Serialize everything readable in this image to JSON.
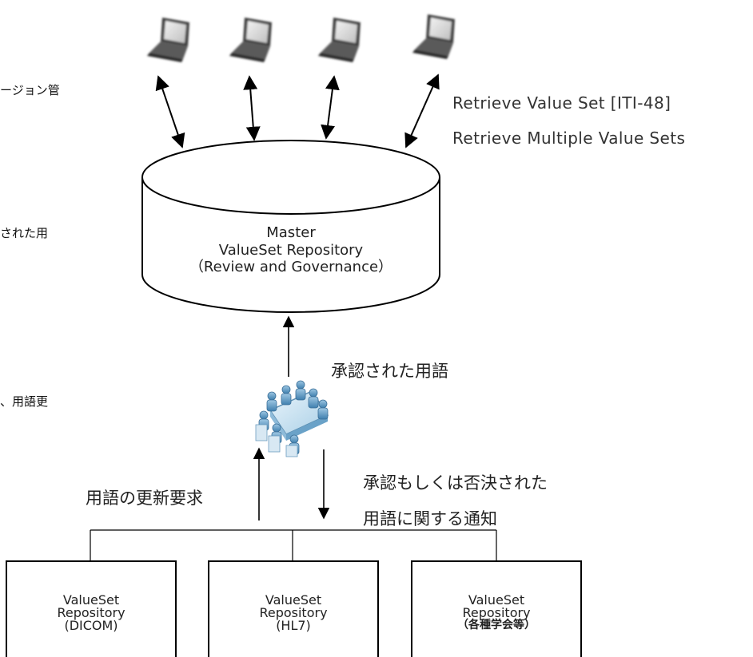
{
  "side_texts": [
    "ージョン管",
    "された用",
    "、用語更"
  ],
  "transactions": {
    "line1": "Retrieve Value Set [ITI-48]",
    "line2": "Retrieve Multiple Value Sets"
  },
  "master_repository": {
    "line1": "Master",
    "line2": "ValueSet Repository",
    "line3": "（Review and Governance）"
  },
  "approved_terms_label": "承認された用語",
  "update_request_label": "用語の更新要求",
  "notification_label": {
    "line1": "承認もしくは否決された",
    "line2": "用語に関する通知"
  },
  "repositories": [
    {
      "line1": "ValueSet",
      "line2": "Repository",
      "line3": "(DICOM)"
    },
    {
      "line1": "ValueSet",
      "line2": "Repository",
      "line3": "(HL7)"
    },
    {
      "line1": "ValueSet",
      "line2": "Repository",
      "line3": "（各種学会等）"
    }
  ],
  "icons": {
    "client": "laptop-icon",
    "committee": "committee-meeting-icon"
  }
}
